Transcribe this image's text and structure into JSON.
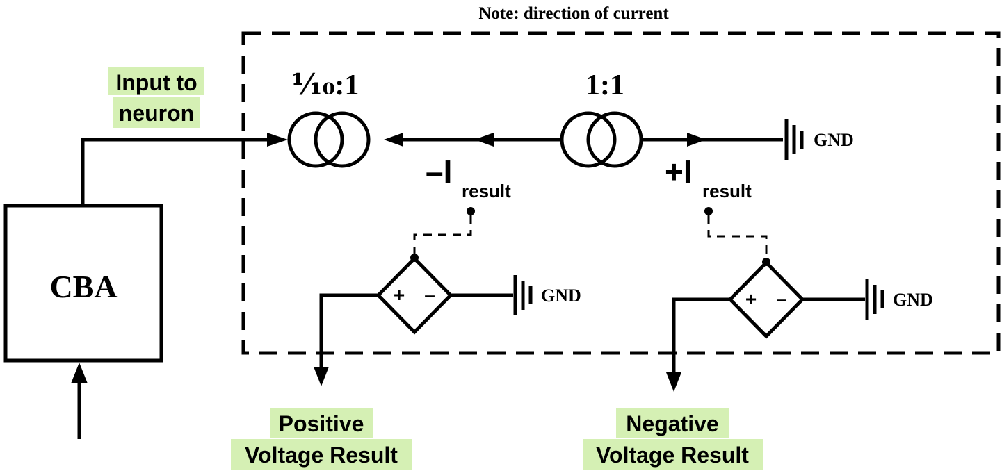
{
  "note": "Note: direction of current",
  "cba_label": "CBA",
  "input_label": {
    "line1": "Input to",
    "line2": "neuron"
  },
  "ratio_left": "⅒:1",
  "ratio_right": "1:1",
  "gnd_label": "GND",
  "current_neg": {
    "sign_main": "–I",
    "sub": "result"
  },
  "current_pos": {
    "sign_main": "+I",
    "sub": "result"
  },
  "positive_result": {
    "line1": "Positive",
    "line2": "Voltage Result"
  },
  "negative_result": {
    "line1": "Negative",
    "line2": "Voltage Result"
  },
  "source_signs": {
    "plus": "+",
    "minus": "–"
  },
  "colors": {
    "highlight": "#d5f0b4",
    "ink": "#000000"
  }
}
